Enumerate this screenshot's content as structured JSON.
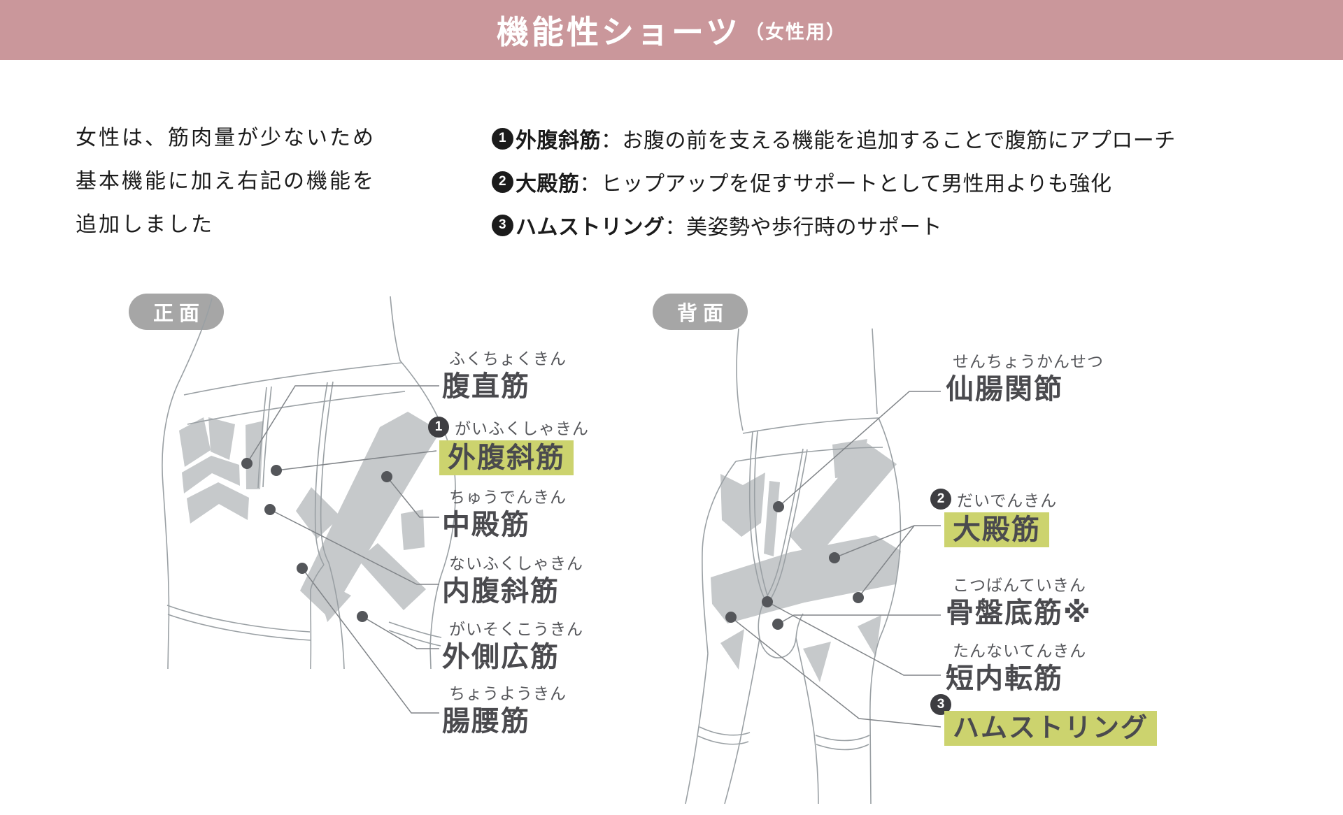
{
  "header": {
    "title": "機能性ショーツ",
    "subtitle": "（女性用）"
  },
  "intro": {
    "lines": [
      "女性は、筋肉量が少ないため",
      "基本機能に加え右記の機能を",
      "追加しました"
    ]
  },
  "features": [
    {
      "num": "1",
      "name": "外腹斜筋",
      "desc": "：お腹の前を支える機能を追加することで腹筋にアプローチ"
    },
    {
      "num": "2",
      "name": "大殿筋",
      "desc": "：ヒップアップを促すサポートとして男性用よりも強化"
    },
    {
      "num": "3",
      "name": "ハムストリング",
      "desc": "：美姿勢や歩行時のサポート"
    }
  ],
  "front": {
    "badge": "正面",
    "labels": [
      {
        "furigana": "ふくちょくきん",
        "name": "腹直筋"
      },
      {
        "num": "1",
        "furigana": "がいふくしゃきん",
        "name": "外腹斜筋"
      },
      {
        "furigana": "ちゅうでんきん",
        "name": "中殿筋"
      },
      {
        "furigana": "ないふくしゃきん",
        "name": "内腹斜筋"
      },
      {
        "furigana": "がいそくこうきん",
        "name": "外側広筋"
      },
      {
        "furigana": "ちょうようきん",
        "name": "腸腰筋"
      }
    ]
  },
  "back": {
    "badge": "背面",
    "labels": [
      {
        "furigana": "せんちょうかんせつ",
        "name": "仙腸関節"
      },
      {
        "num": "2",
        "furigana": "だいでんきん",
        "name": "大殿筋"
      },
      {
        "furigana": "こつばんていきん",
        "name": "骨盤底筋※"
      },
      {
        "furigana": "たんないてんきん",
        "name": "短内転筋"
      },
      {
        "num": "3",
        "name": "ハムストリング"
      }
    ]
  },
  "colors": {
    "header_bg": "#ca979b",
    "highlight": "#ccd36e",
    "badge_gray": "#a6a6a6",
    "label_text": "#4a4a4e",
    "outline": "#9aa0a4",
    "band_fill": "#c6c9cb",
    "leader": "#808488",
    "dot": "#54565a"
  }
}
